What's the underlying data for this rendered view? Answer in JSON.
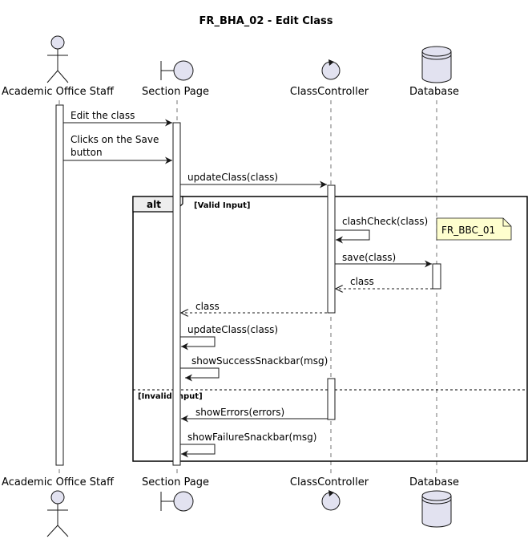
{
  "title": "FR_BHA_02 - Edit Class",
  "participants": [
    {
      "id": "staff",
      "label": "Academic Office Staff",
      "kind": "actor"
    },
    {
      "id": "page",
      "label": "Section Page",
      "kind": "boundary"
    },
    {
      "id": "controller",
      "label": "ClassController",
      "kind": "control"
    },
    {
      "id": "db",
      "label": "Database",
      "kind": "database"
    }
  ],
  "messages": [
    {
      "id": "m1",
      "from": "staff",
      "to": "page",
      "label": "Edit the class",
      "type": "sync"
    },
    {
      "id": "m2",
      "from": "staff",
      "to": "page",
      "label_lines": [
        "Clicks on the Save",
        "button"
      ],
      "type": "sync"
    },
    {
      "id": "m3",
      "from": "page",
      "to": "controller",
      "label": "updateClass(class)",
      "type": "sync"
    },
    {
      "id": "m4",
      "from": "controller",
      "to": "controller",
      "label": "clashCheck(class)",
      "type": "self"
    },
    {
      "id": "m5",
      "from": "controller",
      "to": "db",
      "label": "save(class)",
      "type": "sync"
    },
    {
      "id": "m6",
      "from": "db",
      "to": "controller",
      "label": "class",
      "type": "return"
    },
    {
      "id": "m7",
      "from": "controller",
      "to": "page",
      "label": "class",
      "type": "return"
    },
    {
      "id": "m8",
      "from": "page",
      "to": "page",
      "label": "updateClass(class)",
      "type": "self"
    },
    {
      "id": "m9",
      "from": "page",
      "to": "page",
      "label": "showSuccessSnackbar(msg)",
      "type": "self"
    },
    {
      "id": "m10",
      "from": "controller",
      "to": "page",
      "label": "showErrors(errors)",
      "type": "sync"
    },
    {
      "id": "m11",
      "from": "page",
      "to": "page",
      "label": "showFailureSnackbar(msg)",
      "type": "self"
    }
  ],
  "fragment": {
    "operator": "alt",
    "guards": [
      "[Valid Input]",
      "[Invalid Input]"
    ]
  },
  "note": {
    "text": "FR_BBC_01"
  },
  "colors": {
    "participant_fill": "#e2e2f0",
    "participant_stroke": "#181818",
    "note_fill": "#fefece",
    "lifeline": "#181818",
    "fragment_header_fill": "#eeeeee"
  }
}
